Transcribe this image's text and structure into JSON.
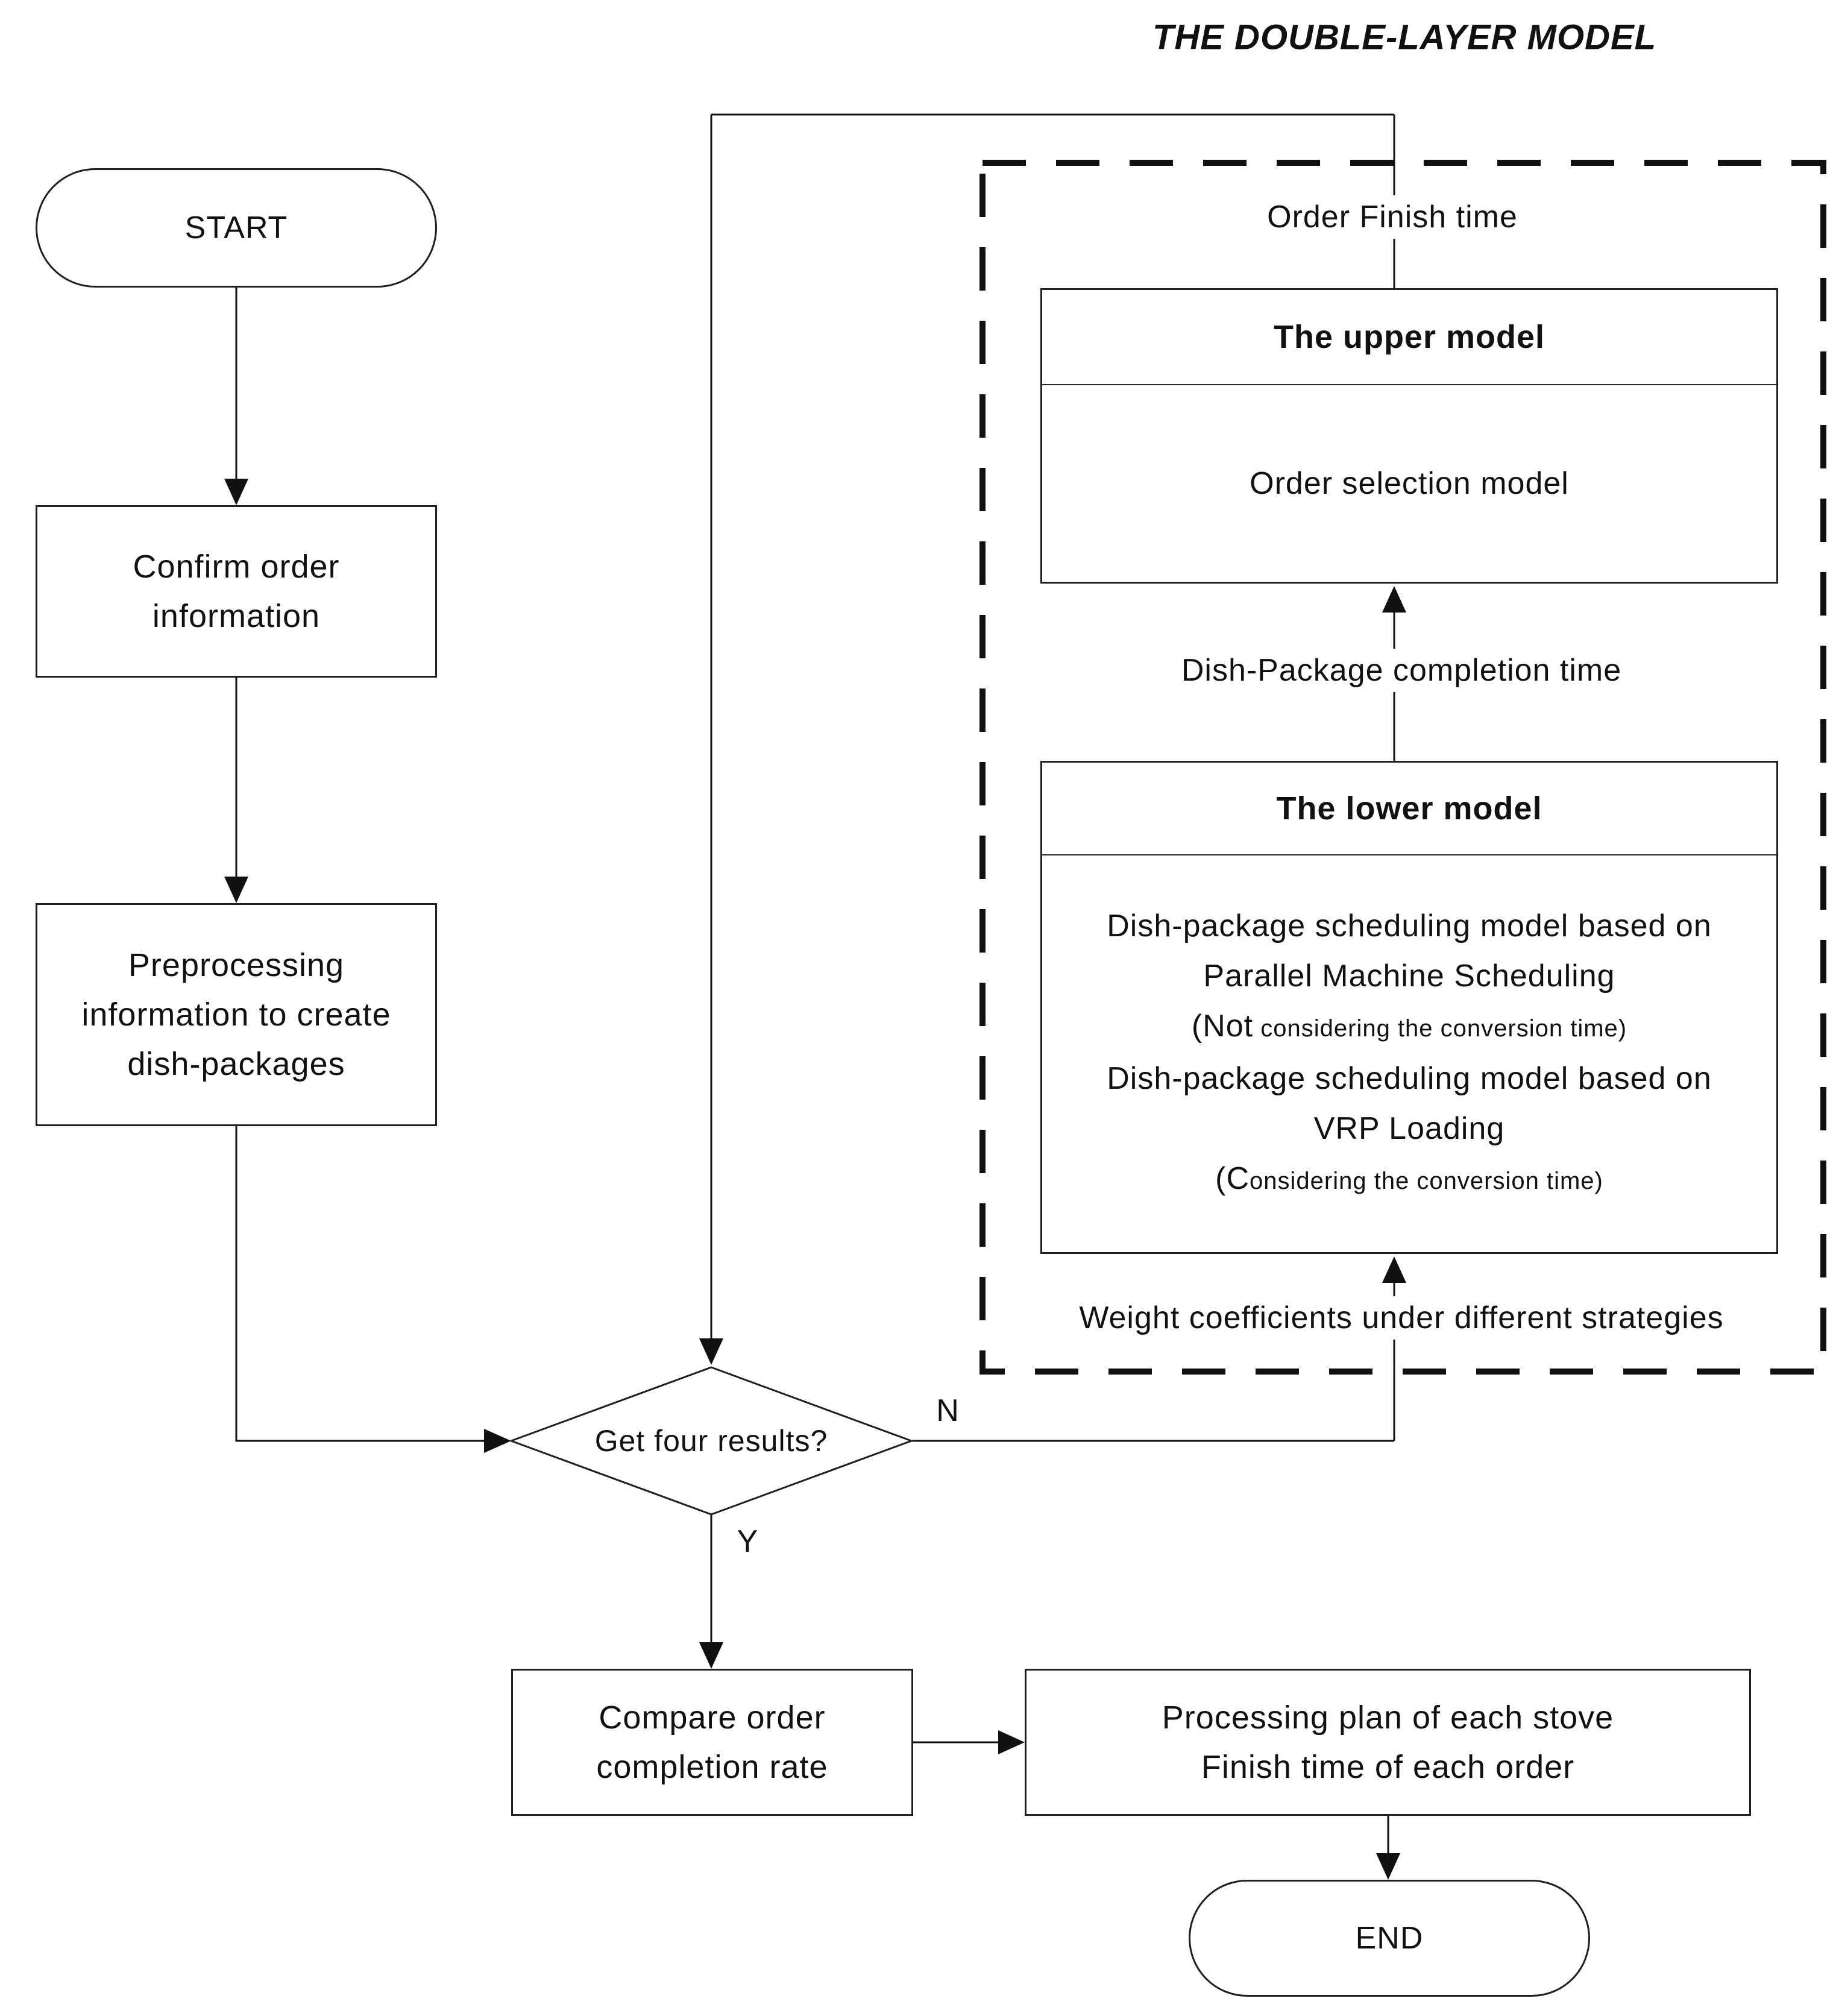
{
  "title": "THE DOUBLE-LAYER MODEL",
  "nodes": {
    "start": "START",
    "confirm": {
      "line1": "Confirm order",
      "line2": "information"
    },
    "preprocess": {
      "line1": "Preprocessing",
      "line2": "information to create",
      "line3": "dish-packages"
    },
    "decision": "Get four results?",
    "decision_no": "N",
    "decision_yes": "Y",
    "compare": {
      "line1": "Compare order",
      "line2": "completion rate"
    },
    "processing": {
      "line1": "Processing plan of each stove",
      "line2": "Finish time of each order"
    },
    "end": "END"
  },
  "double_layer": {
    "order_finish_time": "Order Finish time",
    "upper": {
      "header": "The upper model",
      "body": "Order selection model"
    },
    "dish_package_completion_time": "Dish-Package completion time",
    "lower": {
      "header": "The lower model",
      "line1": "Dish-package scheduling model based on",
      "line2": "Parallel Machine Scheduling",
      "line3_big": "(Not",
      "line3_small": " considering the conversion time)",
      "line4": "Dish-package scheduling model based on",
      "line5": "VRP Loading",
      "line6_big": "(C",
      "line6_small": "onsidering the conversion time)"
    },
    "weight_label": "Weight coefficients under different strategies"
  },
  "colors": {
    "line": "#111111",
    "background": "#ffffff"
  }
}
